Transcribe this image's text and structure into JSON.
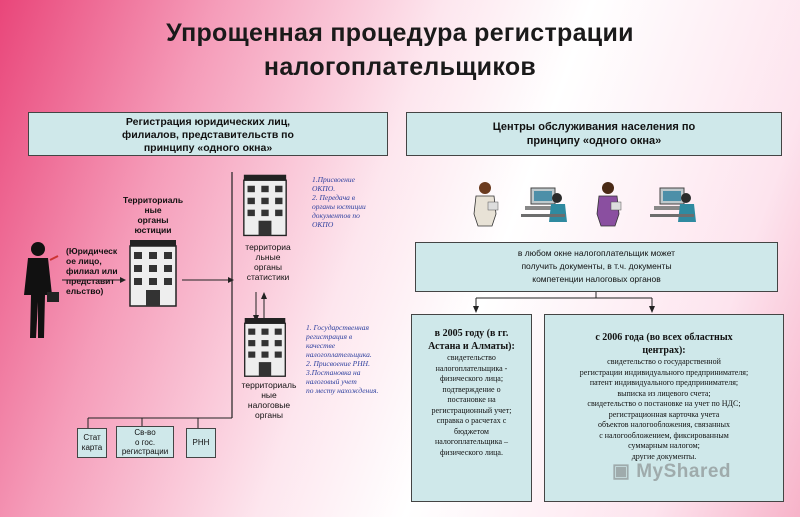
{
  "title": {
    "line1": "Упрощенная процедура регистрации",
    "line2": "налогоплательщиков"
  },
  "header_left": {
    "line1": "Регистрация юридических лиц,",
    "line2": "филиалов, представительств по",
    "line3": "принципу «одного окна»"
  },
  "header_right": {
    "line1": "Центры обслуживания населения по",
    "line2": "принципу «одного окна»"
  },
  "person_label": [
    "(Юридическ",
    "ое лицо,",
    "филиал или",
    "представит",
    "ельство)"
  ],
  "justice_label": [
    "Территориаль",
    "ные",
    "органы",
    "юстиции"
  ],
  "stats_label": [
    "территориа",
    "льные",
    "органы",
    "статистики"
  ],
  "tax_label": [
    "территориаль",
    "ные",
    "налоговые",
    "органы"
  ],
  "note_stats": [
    "1.Присвоение",
    "ОКПО.",
    "2. Передача в",
    "органы юстиции",
    "документов по",
    "ОКПО"
  ],
  "note_tax": [
    "1. Государственная",
    "регистрация в",
    "качестве",
    "налогоплательщика.",
    "2. Присвоение РНН.",
    "3.Постановка на",
    "налоговый учет",
    "по месту нахождения."
  ],
  "docs": {
    "stat": [
      "Стат",
      "карта"
    ],
    "reg": [
      "Св-во",
      "о гос.",
      "регистрации"
    ],
    "rnn": [
      "РНН"
    ]
  },
  "window_info": [
    "в любом окне налогоплательщик может",
    "получить документы, в т.ч. документы",
    "компетенции налоговых органов"
  ],
  "col_2005": {
    "heading": [
      "в 2005 году (в гг.",
      "Астана и Алматы):"
    ],
    "text": [
      "свидетельство",
      "налогоплательщика -",
      "физического лица;",
      "подтверждение о",
      "постановке на",
      "регистрационный учет;",
      "справка о расчетах с",
      "бюджетом",
      "налогоплательщика –",
      "физического лица."
    ]
  },
  "col_2006": {
    "heading": [
      "с 2006 года (во всех областных",
      "центрах):"
    ],
    "text": [
      "свидетельство о государственной",
      "регистрации индивидуального предпринимателя;",
      "патент  индивидуального предпринимателя;",
      "выписка из лицевого счета;",
      "свидетельство о  постановке на учет по  НДС;",
      "регистрационная карточка учета",
      "объектов налогообложения, связанных",
      "с налогообложением, фиксированным",
      "суммарным налогом;",
      "другие документы."
    ]
  },
  "watermark": "MyShared",
  "colors": {
    "box_fill": "#cfe8ea",
    "note_blue": "#2d3f9e",
    "bg_pink": "#e9467a"
  },
  "icons": [
    "businessman-icon",
    "building-icon",
    "clerk-icon",
    "computer-operator-icon"
  ]
}
